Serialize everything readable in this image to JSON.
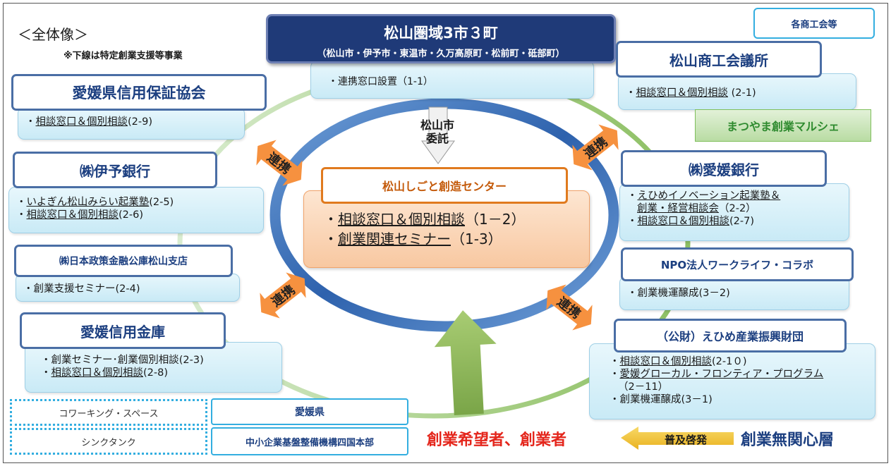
{
  "header": {
    "overview_label": "＜全体像＞",
    "note": "※下線は特定創業支援等事業"
  },
  "hub": {
    "title": "松山圏域3市３町",
    "subtitle": "（松山市・伊予市・東温市・久万高原町・松前町・砥部町）",
    "item": "・連携窓口設置（1-1）",
    "delegate_line1": "松山市",
    "delegate_line2": "委託"
  },
  "center": {
    "title": "松山しごと創造センター",
    "items": [
      {
        "bullet": "・",
        "text": "相談窓口＆個別相談",
        "code": "（1－2）"
      },
      {
        "bullet": "・",
        "text": "創業関連セミナー",
        "code": "（1-3）"
      }
    ]
  },
  "left": {
    "guarantee": {
      "title": "愛媛県信用保証協会",
      "items": [
        {
          "bullet": "・",
          "text": "相談窓口＆個別相談",
          "code": "(2-9)"
        }
      ]
    },
    "iyo_bank": {
      "title": "㈱伊予銀行",
      "items": [
        {
          "bullet": "・",
          "text": "いよぎん松山みらい起業塾",
          "code": "(2-5)"
        },
        {
          "bullet": "・",
          "text": "相談窓口＆個別相談",
          "code": "(2-6)"
        }
      ]
    },
    "jfc": {
      "title": "㈱日本政策金融公庫松山支店",
      "items": [
        {
          "text": "・創業支援セミナー(2-4)"
        }
      ]
    },
    "shinkin": {
      "title": "愛媛信用金庫",
      "items": [
        {
          "bullet": "・",
          "text": "創業セミナー･創業個別相談(2-3)"
        },
        {
          "bullet": "・",
          "text": "相談窓口＆個別相談",
          "code": "(2-8)"
        }
      ]
    }
  },
  "right": {
    "commerce_assoc": "各商工会等",
    "chamber": {
      "title": "松山商工会議所",
      "items": [
        {
          "bullet": "・",
          "text": "相談窓口＆個別相談",
          "code": " (2-1)"
        }
      ]
    },
    "marche": "まつやま創業マルシェ",
    "ehime_bank": {
      "title": "㈱愛媛銀行",
      "items": [
        {
          "bullet": "・",
          "text": "えひめイノベーション起業塾＆"
        },
        {
          "bullet": "",
          "text": "創業・経営相談会",
          "code": "（2-2）"
        },
        {
          "bullet": "・",
          "text": "相談窓口＆個別相談",
          "code": "(2-7)"
        }
      ]
    },
    "npo": {
      "title": "NPO法人ワークライフ・コラボ",
      "items": [
        {
          "text": "・創業機運醸成(3－2)"
        }
      ]
    },
    "industry_foundation": {
      "title": "（公財）えひめ産業振興財団",
      "items": [
        {
          "bullet": "・",
          "text": "相談窓口＆個別相談",
          "code": "(2-1０)"
        },
        {
          "bullet": "・",
          "text": "愛媛グローカル・フロンティア・プログラム"
        },
        {
          "bullet": "",
          "text": "（2－11）"
        },
        {
          "bullet": "・",
          "text": "創業機運醸成(3－1)"
        }
      ]
    }
  },
  "arrows": {
    "link_label": "連携"
  },
  "bottom": {
    "coworking": "コワーキング・スペース",
    "thinktank": "シンクタンク",
    "ehime_pref": "愛媛県",
    "smrj": "中小企業基盤整備機構四国本部",
    "aspirants": "創業希望者、創業者",
    "awareness": "普及啓発",
    "uninterested": "創業無関心層"
  },
  "colors": {
    "hub_navy": "#1f3a78",
    "title_blue": "#1c3f80",
    "border_blue": "#4a6ea5",
    "link_arrow_orange": "#f6913f",
    "center_orange": "#e07a1e",
    "ring_blue": "#3f73bb",
    "arrow_green": "#8db35a",
    "awareness_yellow": "#f3c43b",
    "aspirant_red": "#e4261c",
    "marche_green": "#2f8b2f"
  }
}
